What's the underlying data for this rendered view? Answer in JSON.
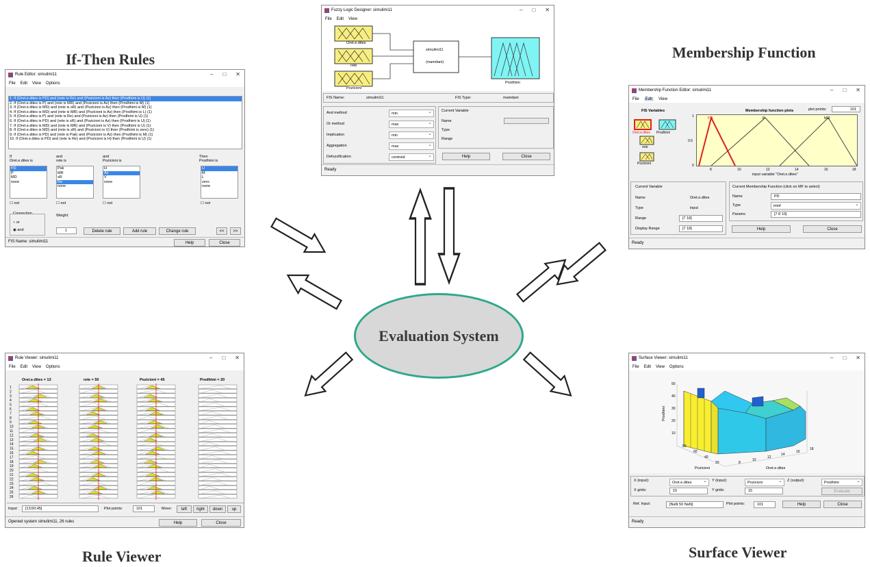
{
  "titles": {
    "if_then": "If-Then  Rules",
    "membership": "Membership Function",
    "rule_viewer": "Rule Viewer",
    "surface_viewer": "Surface Viewer"
  },
  "center": "Evaluation System",
  "menu": {
    "file": "File",
    "edit": "Edit",
    "view": "View",
    "options": "Options"
  },
  "fld": {
    "title": "Fuzzy Logic Designer: simulimi11",
    "in1": "Oret.e.dites",
    "in2": "rete",
    "in3": "Pozicioni",
    "out": "Prodhimi",
    "sys_name": "simulimi11",
    "sys_type": "(mamdani)",
    "fis_name_label": "FIS Name:",
    "fis_name": "simulimi11",
    "fis_type_label": "FIS Type:",
    "fis_type": "mamdani",
    "methods": [
      {
        "label": "And method",
        "value": "min"
      },
      {
        "label": "Or method",
        "value": "max"
      },
      {
        "label": "Implication",
        "value": "min"
      },
      {
        "label": "Aggregation",
        "value": "max"
      },
      {
        "label": "Defuzzification",
        "value": "centroid"
      }
    ],
    "cv_title": "Current Variable",
    "cv_name": "Name",
    "cv_type": "Type",
    "cv_range": "Range",
    "help": "Help",
    "close": "Close",
    "status": "Ready"
  },
  "rule_editor": {
    "title": "Rule Editor: simulimi11",
    "rules": [
      "1. If (Oret.e.dites is PD) and (rete is Re) and (Pozicioni is Az) then (Prodhimi is U) (1)",
      "2. If (Oret.e.dites is P) and (rete is MR) and (Pozicioni is Az) then (Prodhimi is M) (1)",
      "3. If (Oret.e.dites is MD) and (rete is sR) and (Pozicioni is Az) then (Prodhimi is M) (1)",
      "4. If (Oret.e.dites is MD) and (rete is MR) and (Pozicioni is Az) then (Prodhimi is L) (1)",
      "5. If (Oret.e.dites is P) and (rete is Re) and (Pozicioni is Az) then (Prodhimi is U) (1)",
      "6. If (Oret.e.dites is PD) and (rete is sR) and (Pozicioni is Az) then (Prodhimi is U) (1)",
      "7. If (Oret.e.dites is MD) and (rete is MR) and (Pozicioni is V) then (Prodhimi is U) (1)",
      "8. If (Oret.e.dites is MD) and (rete is sR) and (Pozicioni is V) then (Prodhimi is zero) (1)",
      "9. If (Oret.e.dites is PD) and (rete is Pak) and (Pozicioni is Az) then (Prodhimi is M) (1)",
      "10. If (Oret.e.dites is PD) and (rete is Re) and (Pozicioni is H) then (Prodhimi is U) (1)"
    ],
    "col1_head": "If\nOret.e.dites is",
    "col2_head": "and\nrete is",
    "col3_head": "and\nPozicioni is",
    "col4_head": "Then\nProdhimi is",
    "col1": [
      "PD",
      "P",
      "MD",
      "none"
    ],
    "col2": [
      "Pak",
      "MR",
      "sR",
      "Re",
      "none"
    ],
    "col3": [
      "H",
      "Az",
      "V",
      "none"
    ],
    "col4": [
      "U",
      "M",
      "L",
      "zero",
      "none"
    ],
    "not": "not",
    "connection": "Connection",
    "or": "or",
    "and": "and",
    "weight": "Weight:",
    "weight_value": "1",
    "delete": "Delete rule",
    "add": "Add rule",
    "change": "Change rule",
    "fis_name": "FIS Name: simulimi11",
    "help": "Help",
    "close": "Close"
  },
  "mf_editor": {
    "title": "Membership Function Editor: simulimi11",
    "fis_vars": "FIS Variables",
    "plot_title": "Membership function plots",
    "plot_points_label": "plot points:",
    "plot_points": "101",
    "mf_labels": [
      "PD",
      "P",
      "MD"
    ],
    "ticks": [
      "8",
      "10",
      "12",
      "14",
      "16",
      "18"
    ],
    "y_ticks": [
      "1",
      "0.5",
      "0"
    ],
    "xlabel": "input variable \"Oret.e.dites\"",
    "cv_title": "Current Variable",
    "cv_name_label": "Name",
    "cv_name": "Oret.e.dites",
    "cv_type_label": "Type",
    "cv_type": "input",
    "cv_range_label": "Range",
    "cv_range": "[7 18]",
    "cv_disp_label": "Display Range",
    "cv_disp": "[7 18]",
    "cmf_title": "Current Membership Function (click on MF to select)",
    "cmf_name_label": "Name",
    "cmf_name": "PD",
    "cmf_type_label": "Type",
    "cmf_type": "trimf",
    "cmf_params_label": "Params",
    "cmf_params": "[7 8 10]",
    "help": "Help",
    "close": "Close",
    "status": "Ready"
  },
  "rule_viewer": {
    "title": "Rule Viewer: simulimi11",
    "cols": [
      "Oret.e.dites = 13",
      "rete = 50",
      "Pozicioni = 45",
      "Prodhimi = 20"
    ],
    "input_label": "Input:",
    "input_value": "[13;50;45]",
    "plot_points_label": "Plot points:",
    "plot_points": "101",
    "move": "Move:",
    "left": "left",
    "right": "right",
    "down": "down",
    "up": "up",
    "status": "Opened system simulimi11, 26 rules",
    "help": "Help",
    "close": "Close"
  },
  "surface_viewer": {
    "title": "Surface Viewer: simulimi11",
    "x_input_label": "X (input):",
    "x_input": "Oret.e.dites",
    "y_input_label": "Y (input):",
    "y_input": "Pozicioni",
    "z_output_label": "Z (output):",
    "z_output": "Prodhimi",
    "x_grids_label": "X grids:",
    "x_grids": "15",
    "y_grids_label": "Y grids:",
    "y_grids": "15",
    "evaluate": "Evaluate",
    "ref_label": "Ref. Input:",
    "ref_value": "[NaN 50 NaN]",
    "plot_points_label": "Plot points:",
    "plot_points": "101",
    "zlabel": "Prodhimi",
    "xlabel": "Oret.e.dites",
    "ylabel": "Pozicioni",
    "z_ticks": [
      "50",
      "40",
      "30",
      "20",
      "10"
    ],
    "x_ticks": [
      "8",
      "10",
      "12",
      "14",
      "16",
      "18"
    ],
    "y_ticks": [
      "80",
      "60",
      "40",
      "20"
    ],
    "help": "Help",
    "close": "Close",
    "status": "Ready"
  },
  "colors": {
    "teal": "#2ea88a",
    "mf_bg": "#ffffc8",
    "in_box": "#f8ee80",
    "out_box": "#80f4f4",
    "select": "#3a86e8"
  }
}
